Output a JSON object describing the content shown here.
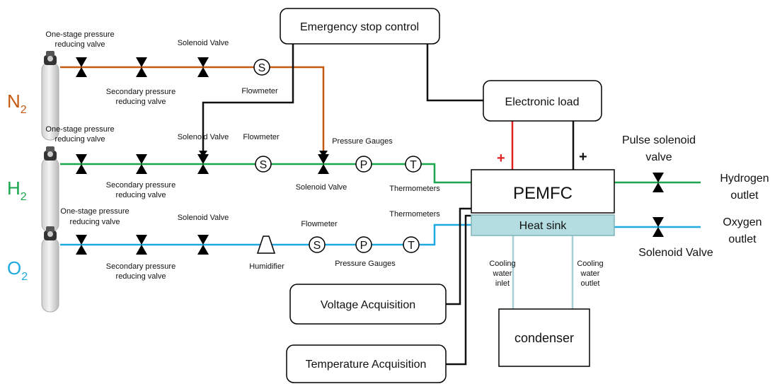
{
  "gases": [
    {
      "name": "N",
      "subscript": "2",
      "color": "#c55a11"
    },
    {
      "name": "H",
      "subscript": "2",
      "color": "#1aa64c"
    },
    {
      "name": "O",
      "subscript": "2",
      "color": "#1fa9e1"
    }
  ],
  "line_colors": {
    "nitrogen": "#c55a11",
    "hydrogen": "#1aa64c",
    "oxygen": "#1fa9e1",
    "signal": "#111111",
    "positive_lead": "#e02020",
    "cooling": "#a9d0d6",
    "heat_sink_fill": "#b3dde0"
  },
  "labels": {
    "one_stage_l1": "One-stage pressure",
    "one_stage_l2": "reducing valve",
    "secondary_l1": "Secondary pressure",
    "secondary_l2": "reducing valve",
    "solenoid_valve": "Solenoid Valve",
    "flowmeter": "Flowmeter",
    "pressure_gauges": "Pressure Gauges",
    "thermometers": "Thermometers",
    "humidifier": "Humidifier",
    "pulse_l1": "Pulse solenoid",
    "pulse_l2": "valve",
    "hydrogen_l1": "Hydrogen",
    "hydrogen_l2": "outlet",
    "oxygen_l1": "Oxygen",
    "oxygen_l2": "outlet",
    "cooling_in_l1": "Cooling",
    "cooling_in_l2": "water",
    "cooling_in_l3": "inlet",
    "cooling_out_l1": "Cooling",
    "cooling_out_l2": "water",
    "cooling_out_l3": "outlet"
  },
  "boxes": {
    "emergency": "Emergency stop control",
    "electronic_load": "Electronic load",
    "pemfc": "PEMFC",
    "heat_sink": "Heat sink",
    "voltage": "Voltage Acquisition",
    "temperature": "Temperature Acquisition",
    "condenser": "condenser"
  },
  "symbols": {
    "flow": "S",
    "pressure": "P",
    "temperature": "T",
    "plus": "+"
  }
}
